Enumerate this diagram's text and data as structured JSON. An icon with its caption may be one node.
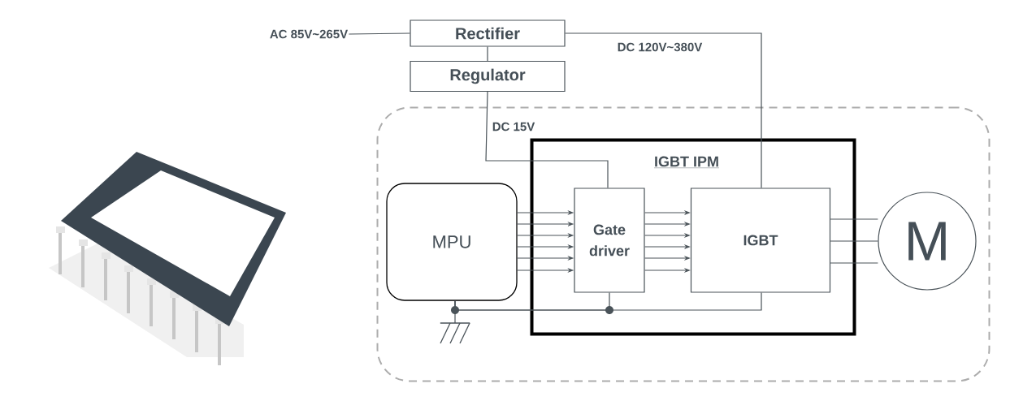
{
  "diagram": {
    "nodes": [
      {
        "text": [
          "AC 85V~265V"
        ]
      },
      {
        "text": [
          "Rectifier"
        ]
      },
      {
        "text": [
          "Regulator"
        ]
      },
      {
        "text": [],
        "shape": "box"
      },
      {
        "text": [
          "IGBT IPM"
        ],
        "in": 3
      },
      {
        "text": [
          "MPU"
        ],
        "in": 3
      },
      {
        "text": [
          "Gate driver"
        ],
        "in": 4
      },
      {
        "text": [
          "IGBT"
        ],
        "in": 4
      },
      {
        "text": [
          "M"
        ],
        "in": 3
      },
      {
        "text": [],
        "shape": "ground",
        "in": 3
      }
    ],
    "edges": [
      {
        "from": 0,
        "to": 1,
        "arrow": "none"
      },
      {
        "from": 1,
        "to": 2,
        "arrow": "none"
      },
      {
        "from": 1,
        "to": 7,
        "arrow": "none",
        "label": "DC 120V~380V"
      },
      {
        "from": 2,
        "to": 6,
        "arrow": "none",
        "label": "DC 15V"
      },
      {
        "from": 5,
        "to": 6,
        "arrow": "to"
      },
      {
        "from": 5,
        "to": 6,
        "arrow": "to"
      },
      {
        "from": 5,
        "to": 6,
        "arrow": "to"
      },
      {
        "from": 5,
        "to": 6,
        "arrow": "to"
      },
      {
        "from": 5,
        "to": 6,
        "arrow": "to"
      },
      {
        "from": 5,
        "to": 6,
        "arrow": "to"
      },
      {
        "from": 6,
        "to": 7,
        "arrow": "to"
      },
      {
        "from": 6,
        "to": 7,
        "arrow": "to"
      },
      {
        "from": 6,
        "to": 7,
        "arrow": "to"
      },
      {
        "from": 6,
        "to": 7,
        "arrow": "to"
      },
      {
        "from": 6,
        "to": 7,
        "arrow": "to"
      },
      {
        "from": 6,
        "to": 7,
        "arrow": "to"
      },
      {
        "from": 7,
        "to": 8,
        "arrow": "none"
      },
      {
        "from": 7,
        "to": 8,
        "arrow": "none"
      },
      {
        "from": 7,
        "to": 8,
        "arrow": "none"
      },
      {
        "from": 5,
        "to": 7,
        "arrow": "none"
      },
      {
        "from": 6,
        "to": 5,
        "arrow": "none"
      },
      {
        "from": 9,
        "to": 5,
        "arrow": "none"
      }
    ]
  }
}
